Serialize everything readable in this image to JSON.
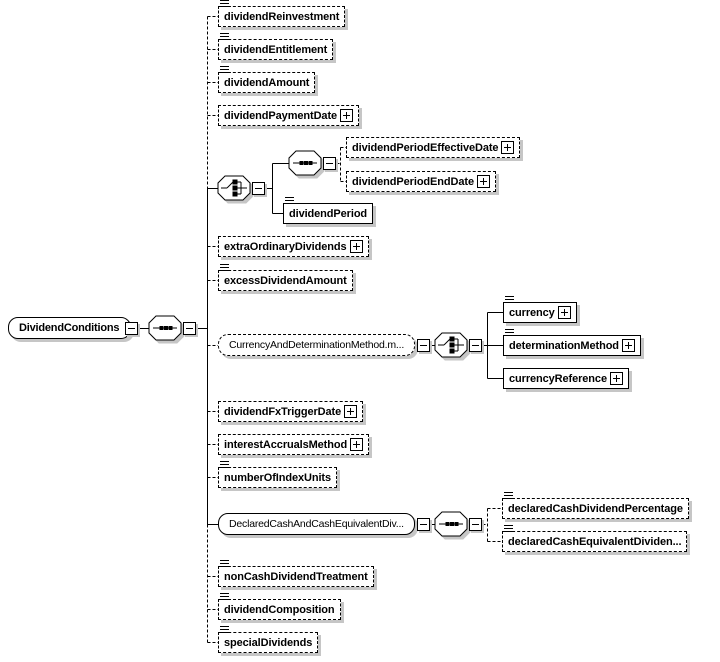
{
  "colors": {
    "line": "#000000",
    "fill": "#ffffff",
    "shadow": "#c6c6c6",
    "text": "#000000"
  },
  "icons": {
    "expand": "plus-box-icon",
    "collapse": "minus-box-icon",
    "simple_content": "text-lines-icon",
    "sequence": "line-with-three-dots-icon",
    "choice": "selector-switch-icon"
  },
  "root": {
    "label": "DividendConditions",
    "compositor": "sequence"
  },
  "children": [
    {
      "label": "dividendReinvestment"
    },
    {
      "label": "dividendEntitlement"
    },
    {
      "label": "dividendAmount"
    },
    {
      "label": "dividendPaymentDate"
    },
    {
      "compositor": "choice",
      "children": [
        {
          "compositor": "sequence",
          "children": [
            {
              "label": "dividendPeriodEffectiveDate"
            },
            {
              "label": "dividendPeriodEndDate"
            }
          ]
        },
        {
          "label": "dividendPeriod"
        }
      ]
    },
    {
      "label": "extraOrdinaryDividends"
    },
    {
      "label": "excessDividendAmount"
    },
    {
      "label": "CurrencyAndDeterminationMethod.m...",
      "compositor": "choice",
      "children": [
        {
          "label": "currency"
        },
        {
          "label": "determinationMethod"
        },
        {
          "label": "currencyReference"
        }
      ]
    },
    {
      "label": "dividendFxTriggerDate"
    },
    {
      "label": "interestAccrualsMethod"
    },
    {
      "label": "numberOfIndexUnits"
    },
    {
      "label": "DeclaredCashAndCashEquivalentDiv...",
      "compositor": "sequence",
      "children": [
        {
          "label": "declaredCashDividendPercentage"
        },
        {
          "label": "declaredCashEquivalentDividen..."
        }
      ]
    },
    {
      "label": "nonCashDividendTreatment"
    },
    {
      "label": "dividendComposition"
    },
    {
      "label": "specialDividends"
    }
  ]
}
